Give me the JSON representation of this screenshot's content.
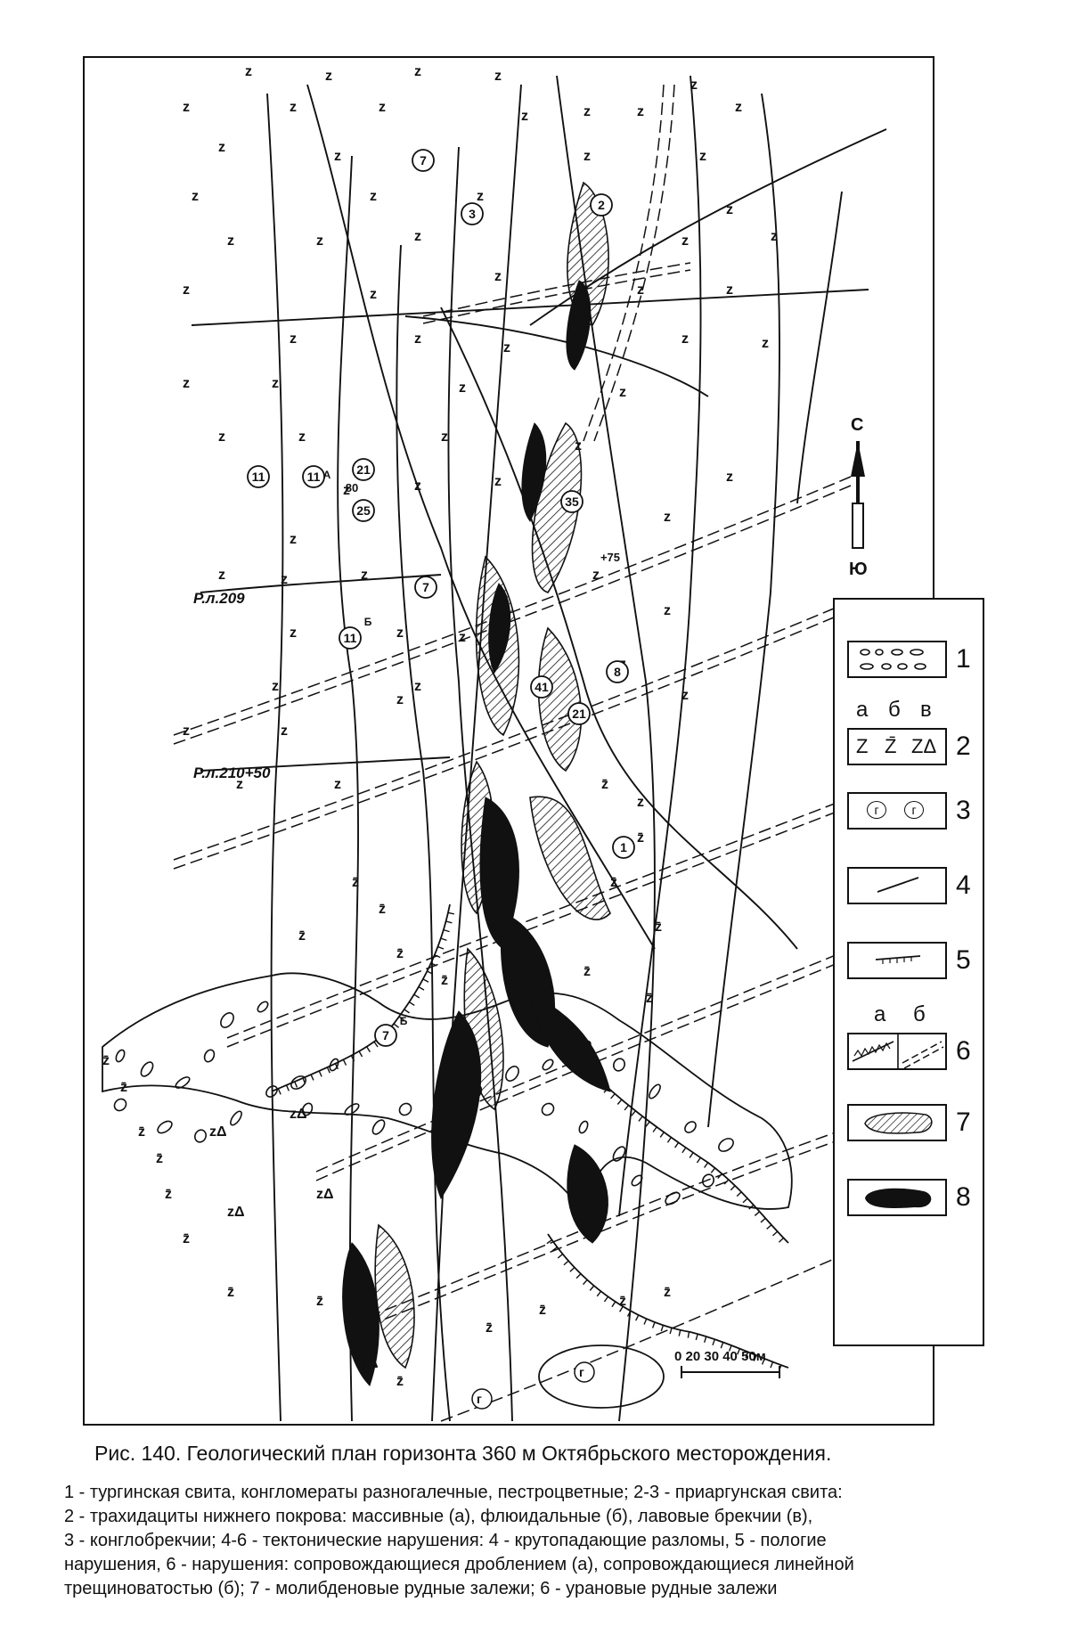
{
  "map": {
    "north_label": "С",
    "south_label": "Ю",
    "profile_labels": [
      "Р.л.209",
      "Р.л.210+50"
    ],
    "fault_numbers": [
      "7",
      "3",
      "2",
      "11",
      "А",
      "11",
      "21",
      "80",
      "25",
      "35",
      "+75",
      "7",
      "11",
      "Б",
      "41",
      "8",
      "21",
      "1",
      "7",
      "Б"
    ],
    "rock_markers": {
      "massive": "z",
      "fluidal": "z̄",
      "breccia": "zΔ",
      "conglobreccia": "г"
    },
    "scale_bar": "0  20 30 40 50м"
  },
  "legend": {
    "items": [
      {
        "number": "1",
        "pattern": "conglomerate-ovals"
      },
      {
        "number": "2",
        "sublabels": [
          "а",
          "б",
          "в"
        ],
        "symbols": [
          "Z",
          "Z̄",
          "ZΔ"
        ]
      },
      {
        "number": "3",
        "symbols": [
          "г",
          "г"
        ]
      },
      {
        "number": "4",
        "pattern": "steep-fault-line"
      },
      {
        "number": "5",
        "pattern": "gentle-fault-ticks"
      },
      {
        "number": "6",
        "sublabels": [
          "а",
          "б"
        ],
        "pattern": "crush-and-fracture-lines"
      },
      {
        "number": "7",
        "pattern": "hatched-molybdenum-body"
      },
      {
        "number": "8",
        "pattern": "solid-uranium-body"
      }
    ]
  },
  "caption": "Рис. 140. Геологический план горизонта 360 м Октябрьского месторождения.",
  "explanation_lines": [
    "1 - тургинская свита, конгломераты разногалечные, пестроцветные; 2-3 - приаргунская свита:",
    "2 - трахидациты нижнего покрова: массивные (а), флюидальные (б), лавовые брекчии (в),",
    "3 - конглобрекчии; 4-6 - тектонические нарушения: 4 - крутопадающие разломы, 5 - пологие",
    "нарушения, 6 - нарушения: сопровождающиеся дроблением (а), сопровождающиеся линейной",
    "трещиноватостью (б); 7 - молибденовые рудные залежи; 6 - урановые рудные залежи"
  ],
  "colors": {
    "ink": "#111111",
    "paper": "#ffffff"
  }
}
